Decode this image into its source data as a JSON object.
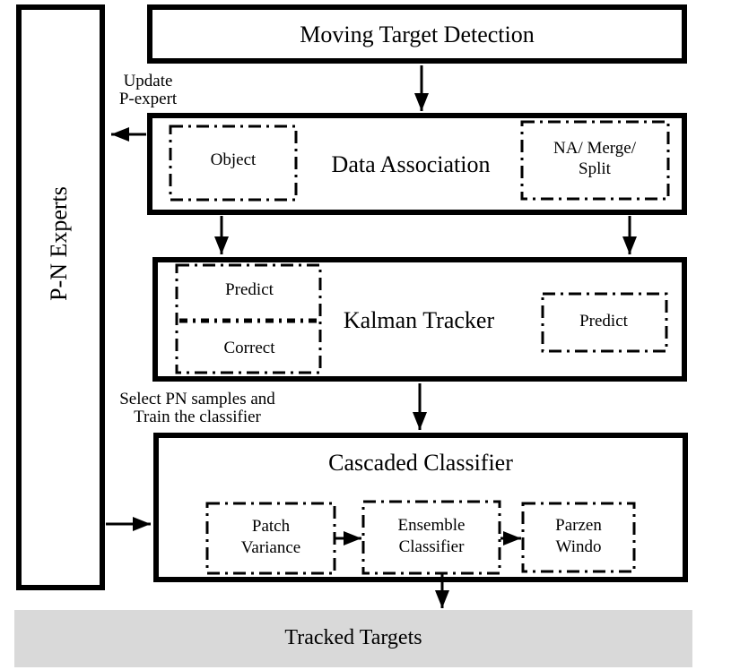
{
  "colors": {
    "ink": "#000000",
    "box_background": "#ffffff",
    "tracked_targets_bg": "#d9d9d9"
  },
  "pn_experts": {
    "label": "P-N Experts"
  },
  "flow": {
    "moving_target_detection": {
      "title": "Moving Target Detection"
    },
    "data_association": {
      "title": "Data Association",
      "object_box": {
        "label": "Object"
      },
      "na_merge_split_box": {
        "lines": [
          "NA/ Merge/",
          "Split"
        ]
      }
    },
    "kalman_tracker": {
      "title": "Kalman Tracker",
      "predict_correct_box": {
        "predict_label": "Predict",
        "correct_label": "Correct"
      },
      "predict_box": {
        "label": "Predict"
      }
    },
    "cascaded_classifier": {
      "title": "Cascaded Classifier",
      "patch_variance_box": {
        "lines": [
          "Patch",
          "Variance"
        ]
      },
      "ensemble_classifier_box": {
        "lines": [
          "Ensemble",
          "Classifier"
        ]
      },
      "parzen_window_box": {
        "lines": [
          "Parzen",
          "Windo"
        ]
      }
    },
    "tracked_targets": {
      "title": "Tracked Targets"
    }
  },
  "annotations": {
    "update_p_expert": {
      "lines": [
        "Update",
        "P-expert"
      ]
    },
    "select_pn_samples": {
      "lines": [
        "Select PN samples and",
        "Train the classifier"
      ]
    }
  }
}
